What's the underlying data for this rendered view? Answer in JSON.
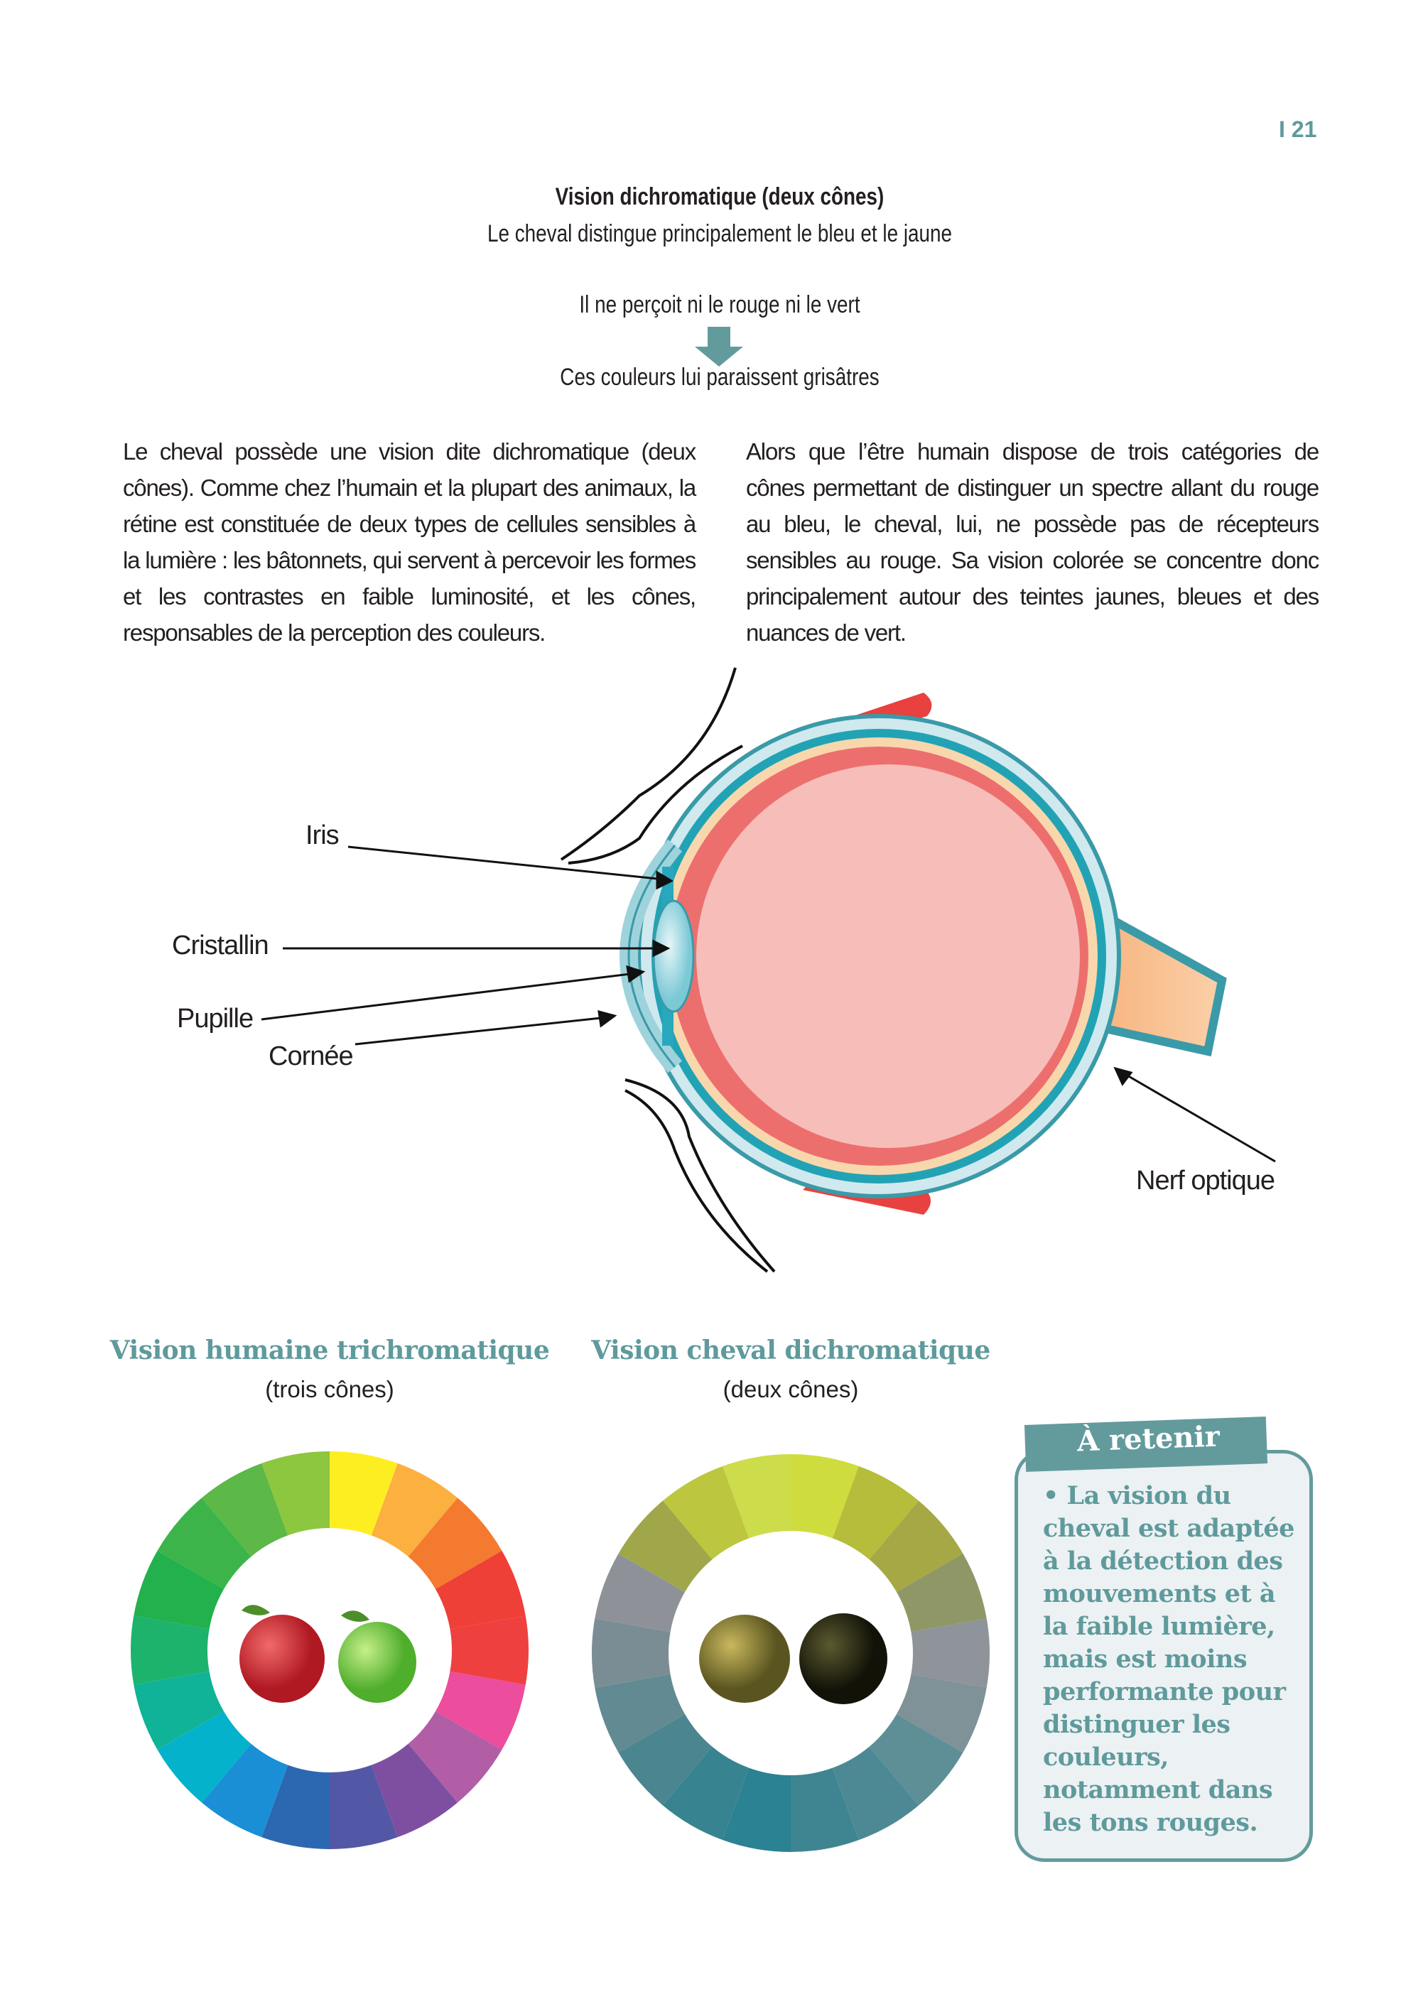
{
  "page_number": "I 21",
  "header": {
    "title": "Vision dichromatique (deux cônes)",
    "subtitle": "Le cheval distingue principalement le bleu et le jaune",
    "line1": "Il ne perçoit ni le rouge ni le vert",
    "line2": "Ces couleurs lui paraissent grisâtres"
  },
  "body": {
    "left": "Le cheval possède une vision dite dichromatique (deux cônes). Comme chez l’humain et la plupart des animaux, la rétine est constituée de deux types de cellules sensibles à la lumière : les bâtonnets, qui servent à percevoir les formes et les contrastes en faible luminosité, et les cônes, responsables de la perception des couleurs.",
    "right": "Alors que l’être humain dispose de trois catégories de cônes permettant de distinguer un spectre allant du rouge au bleu, le cheval, lui, ne possède pas de récepteurs sensibles au rouge. Sa vision colorée se concentre donc principalement autour des teintes jaunes, bleues et des nuances de vert."
  },
  "eye_labels": {
    "iris": "Iris",
    "cristallin": "Cristallin",
    "pupille": "Pupille",
    "cornee": "Cornée",
    "nerf": "Nerf optique"
  },
  "wheels": {
    "human": {
      "title": "Vision humaine trichromatique",
      "subtitle": "(trois cônes)",
      "colors": [
        "#fdee21",
        "#fbb040",
        "#f47a30",
        "#ee4036",
        "#ef4040",
        "#ec4d9c",
        "#b15ea6",
        "#7e4fa1",
        "#5358a6",
        "#2b68b1",
        "#1a8fd6",
        "#05b2cc",
        "#10b398",
        "#1db36d",
        "#22b14c",
        "#3cb44a",
        "#5cb847",
        "#8dc63f"
      ]
    },
    "horse": {
      "title": "Vision cheval dichromatique",
      "subtitle": "(deux cônes)",
      "colors": [
        "#cfdc3d",
        "#b5bd3a",
        "#a6a845",
        "#8f9766",
        "#8e9499",
        "#7e9297",
        "#5f8f96",
        "#4d8994",
        "#3f8591",
        "#2a8292",
        "#37838f",
        "#4b8590",
        "#628a92",
        "#7a8d94",
        "#8e9298",
        "#a0a74a",
        "#bcc63e",
        "#cddc4a"
      ]
    }
  },
  "retenir": {
    "title": "À retenir",
    "text": "• La vision du cheval est adaptée à la détection des mouvements et à la faible lumière, mais est moins performante pour distinguer les couleurs, notamment dans les tons rouges."
  },
  "colors": {
    "accent": "#639b9d"
  }
}
